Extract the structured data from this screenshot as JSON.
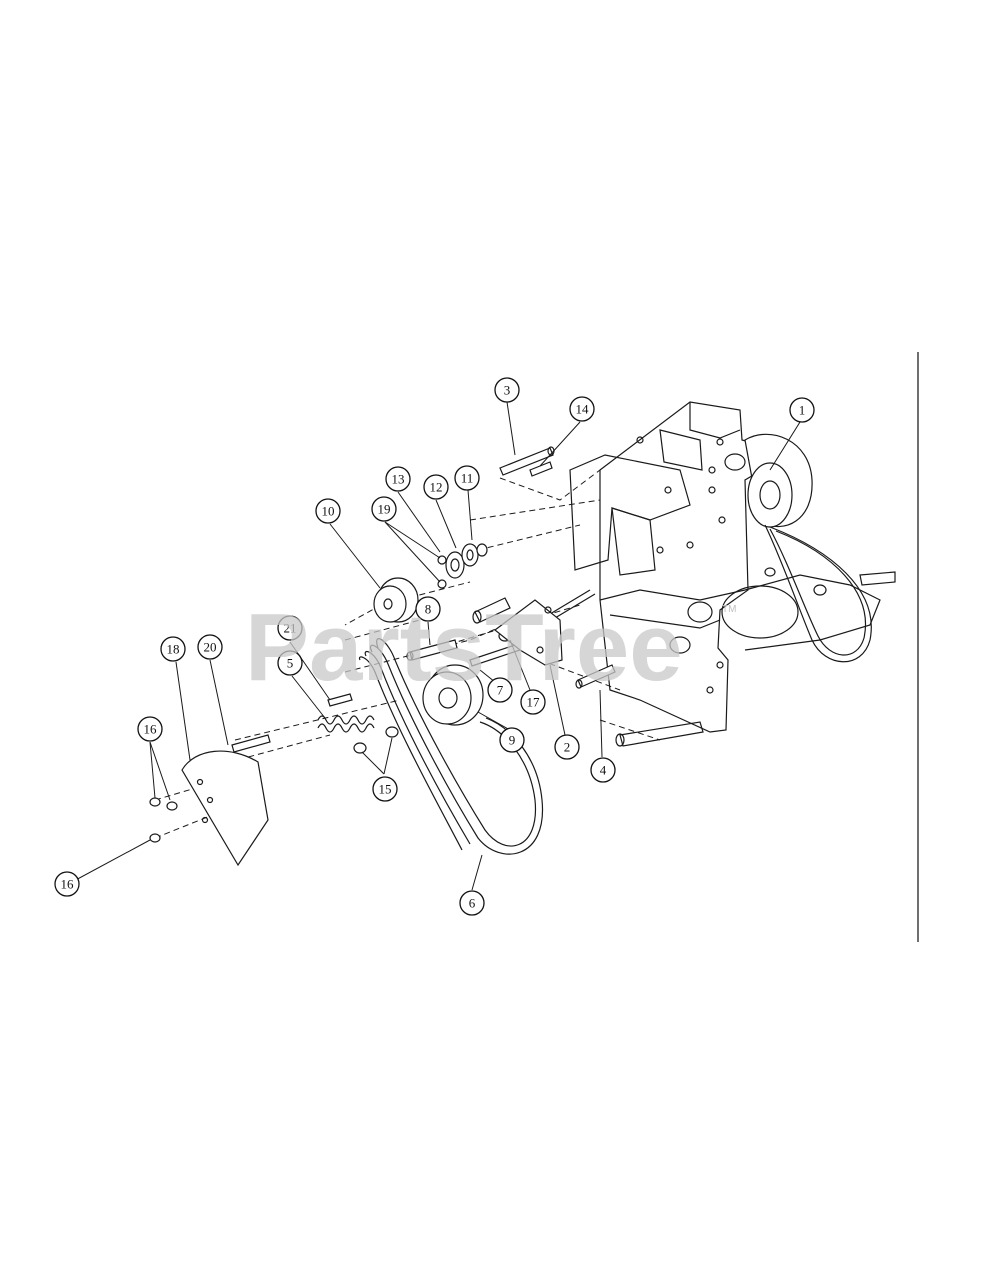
{
  "watermark": {
    "text": "PartsTree",
    "tm": "TM"
  },
  "callouts": [
    "1",
    "2",
    "3",
    "4",
    "5",
    "6",
    "7",
    "8",
    "9",
    "10",
    "11",
    "12",
    "13",
    "14",
    "15",
    "16",
    "17",
    "18",
    "19",
    "20",
    "21"
  ],
  "colors": {
    "ink": "#1a1a1a",
    "watermark": "#c9c9c9",
    "background": "#ffffff"
  }
}
